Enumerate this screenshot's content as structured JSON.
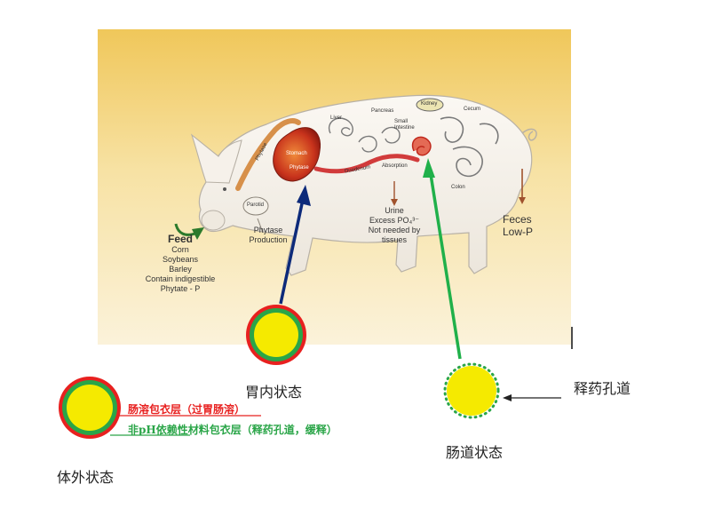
{
  "pig": {
    "feed_title": "Feed",
    "feed_lines": [
      "Corn",
      "Soybeans",
      "Barley",
      "Contain indigestible",
      "Phytate - P"
    ],
    "phytase_production": [
      "Phytase",
      "Production"
    ],
    "urine": [
      "Urine",
      "Excess PO₄³⁻",
      "Not needed by",
      "tissues"
    ],
    "feces": [
      "Feces",
      "Low-P"
    ],
    "organs": {
      "phytase_tube": "Phytase",
      "parotid": "Parotid",
      "stomach": "Stomach",
      "phytase_stomach": "Phytase",
      "liver": "Liver",
      "pancreas": "Pancreas",
      "small_intestine": "Small Intestine",
      "kidney": "Kidney",
      "cecum": "Cecum",
      "colon": "Colon",
      "absorption": "Absorption",
      "duodenum": "Duodenum"
    }
  },
  "states": {
    "stomach": "胃内状态",
    "intestine": "肠道状态",
    "outside": "体外状态",
    "release_channel": "释药孔道"
  },
  "annotations": {
    "enteric_coating": "肠溶包衣层（过胃肠溶）",
    "ph_independent_coating": "非pH依赖性材料包衣层（释药孔道，缓释）"
  },
  "colors": {
    "core": "#f5ea00",
    "enteric_layer": "#e8201f",
    "ph_layer": "#2aa548",
    "enteric_text": "#e8201f",
    "ph_text": "#2aa548",
    "stomach_arrow": "#0d2a7a",
    "intestine_arrow": "#20b04a"
  }
}
